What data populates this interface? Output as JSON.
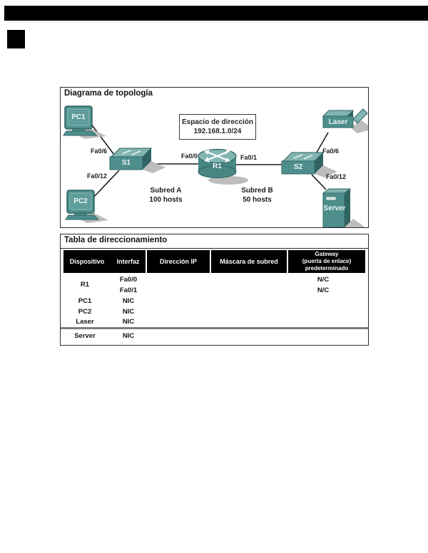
{
  "topology": {
    "title": "Diagrama de topología",
    "address_space": {
      "label": "Espacio de dirección",
      "value": "192.168.1.0/24"
    },
    "devices": {
      "pc1": "PC1",
      "pc2": "PC2",
      "switch1": "S1",
      "router1": "R1",
      "switch2": "S2",
      "printer": "Laser",
      "server": "Server"
    },
    "links": {
      "pc1_to_s1": "Fa0/6",
      "pc2_to_s1": "Fa0/12",
      "s1_to_r1": "Fa0/0",
      "r1_to_s2": "Fa0/1",
      "s2_to_laser": "Fa0/6",
      "s2_to_server": "Fa0/12"
    },
    "subnet_a": {
      "name": "Subred A",
      "hosts": "100 hosts"
    },
    "subnet_b": {
      "name": "Subred B",
      "hosts": "50 hosts"
    }
  },
  "addressing_table": {
    "title": "Tabla de direccionamiento",
    "headers": {
      "device": "Dispositivo",
      "interface": "Interfaz",
      "ip": "Dirección IP",
      "mask": "Máscara de subred",
      "gateway_line1": "Gateway",
      "gateway_line2": "(puerta de enlace)",
      "gateway_line3": "predeterminado"
    },
    "rows": [
      {
        "device": "R1",
        "interface": "Fa0/0",
        "ip": "",
        "mask": "",
        "gateway": "N/C"
      },
      {
        "device": "",
        "interface": "Fa0/1",
        "ip": "",
        "mask": "",
        "gateway": "N/C"
      },
      {
        "device": "PC1",
        "interface": "NIC",
        "ip": "",
        "mask": "",
        "gateway": ""
      },
      {
        "device": "PC2",
        "interface": "NIC",
        "ip": "",
        "mask": "",
        "gateway": ""
      },
      {
        "device": "Laser",
        "interface": "NIC",
        "ip": "",
        "mask": "",
        "gateway": ""
      },
      {
        "device": "Server",
        "interface": "NIC",
        "ip": "",
        "mask": "",
        "gateway": ""
      }
    ]
  },
  "colors": {
    "device_teal": "#4E8F8D",
    "device_teal_light": "#82B4B1",
    "device_teal_dark": "#2F6462",
    "shadow_gray": "#BDBDBD",
    "table_header_bg": "#000000",
    "table_header_text": "#FFFFFF",
    "divider_gray": "#7D7D7D"
  }
}
